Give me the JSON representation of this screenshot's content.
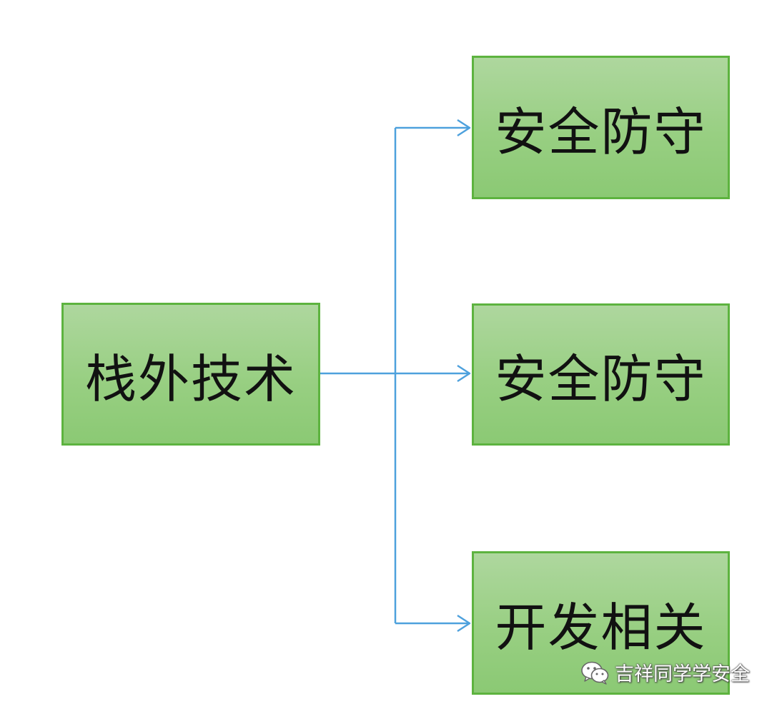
{
  "diagram": {
    "root": {
      "label": "栈外技术"
    },
    "children": [
      {
        "label": "安全防守"
      },
      {
        "label": "安全防守"
      },
      {
        "label": "开发相关"
      }
    ],
    "colors": {
      "box_fill_top": "#aed79e",
      "box_fill_bottom": "#8bc974",
      "box_border": "#5db33f",
      "connector": "#4ea1dd"
    }
  },
  "watermark": {
    "icon": "wechat-icon",
    "text": "吉祥同学学安全"
  }
}
